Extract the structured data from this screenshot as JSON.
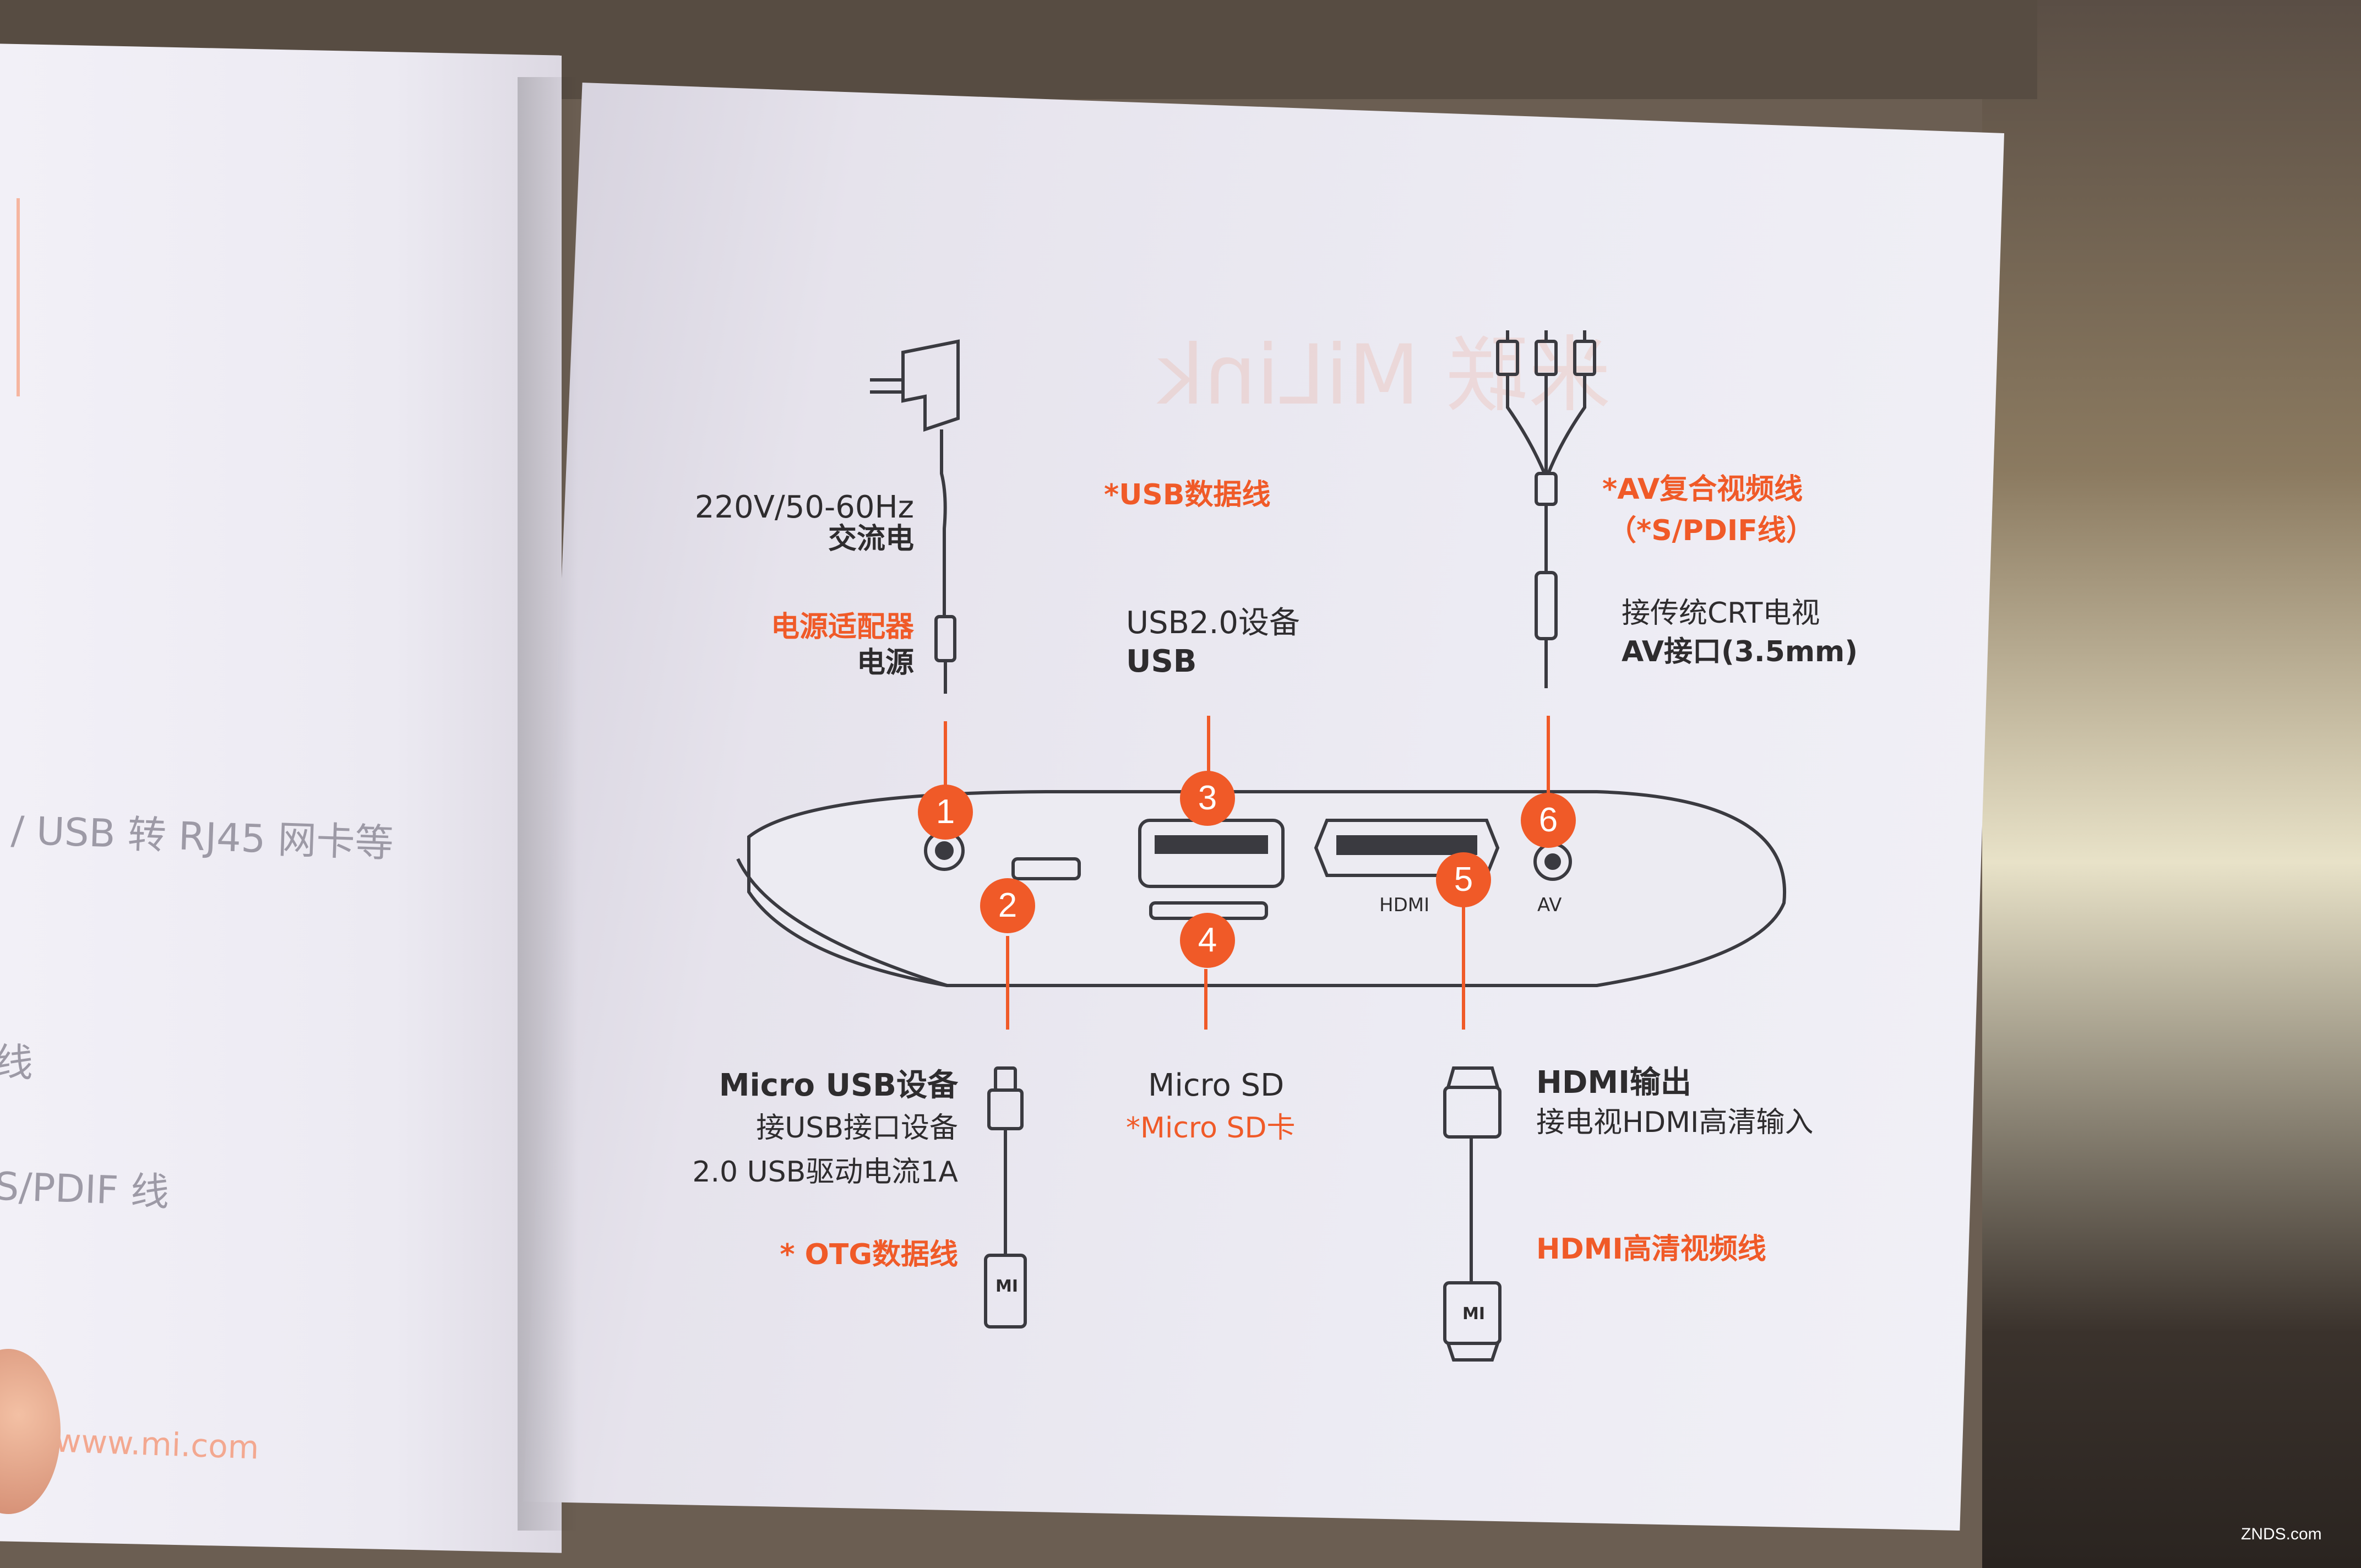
{
  "left_page": {
    "line_usb": "/ USB 转 RJ45 网卡等",
    "line_xian": "线",
    "line_spdif": "S/PDIF 线",
    "url": "www.mi.com"
  },
  "power": {
    "spec": "220V/50-60Hz",
    "ac": "交流电",
    "adapter": "电源适配器",
    "label": "电源",
    "number": "1"
  },
  "usb_cable": {
    "accessory": "*USB数据线",
    "device": "USB2.0设备",
    "label": "USB",
    "number": "3"
  },
  "av": {
    "accessory": "*AV复合视频线",
    "accessory_sub": "（*S/PDIF线）",
    "desc": "接传统CRT电视",
    "label": "AV接口(3.5mm)",
    "number": "6",
    "port_label": "AV"
  },
  "micro_usb": {
    "title": "Micro USB设备",
    "desc": "接USB接口设备",
    "spec": "2.0 USB驱动电流1A",
    "accessory": "* OTG数据线",
    "number": "2"
  },
  "micro_sd": {
    "title": "Micro SD",
    "accessory": "*Micro SD卡",
    "number": "4"
  },
  "hdmi": {
    "title": "HDMI输出",
    "desc": "接电视HDMI高清输入",
    "accessory": "HDMI高清视频线",
    "number": "5",
    "port_label": "HDMI"
  },
  "plug_logo": "MI",
  "watermark": "ZNDS.com",
  "colors": {
    "accent": "#f05a28",
    "text": "#2e2c2e",
    "paper": "#ecebf3"
  }
}
